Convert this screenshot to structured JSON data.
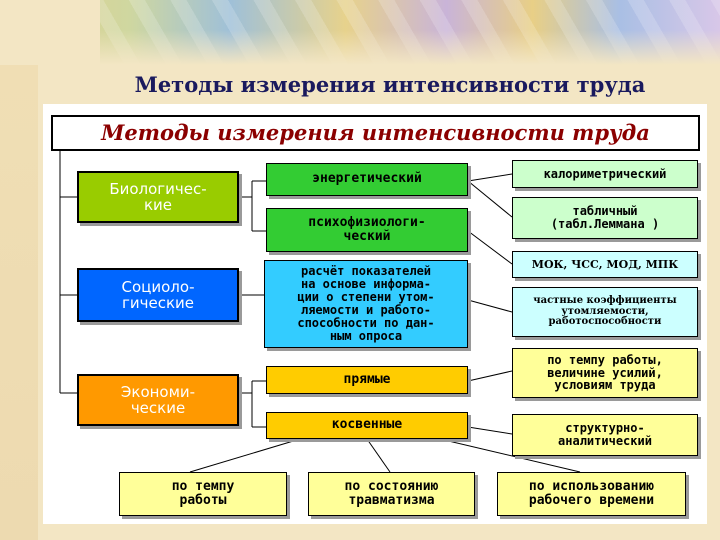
{
  "page_title": "Методы измерения интенсивности труда",
  "diagram_title": "Методы измерения интенсивности труда",
  "categories": {
    "bio": "Биологичес-\nкие",
    "socio": "Социоло-\nгические",
    "econ": "Экономи-\nческие"
  },
  "methods": {
    "energy": "энергетический",
    "psycho": "психофизиологи-\nческий",
    "survey": "расчёт показателей\nна основе информа-\nции о степени утом-\nляемости и работо-\nспособности по дан-\nным опроса",
    "direct": "прямые",
    "indirect": "косвенные"
  },
  "subtypes": {
    "calorimetric": "калориметрический",
    "table": "табличный\n(табл.Леммана )",
    "indicators": "МОК, ЧСС, МОД, МПК",
    "coefficients": "частные коэффициенты\nутомляемости,\nработоспособности",
    "pace": "по темпу работы,\nвеличине усилий,\nусловиям труда",
    "structural": "структурно-\nаналитический"
  },
  "bottom": {
    "pace": "по темпу\nработы",
    "injury": "по состоянию\nтравматизма",
    "time": "по использованию\nрабочего времени"
  },
  "colors": {
    "bio": "#99cc00",
    "socio": "#0066ff",
    "econ": "#ff9900",
    "green": "#33cc33",
    "cyan": "#33ccff",
    "yellow": "#ffcc00",
    "light_yellow": "#ffff99",
    "light_green": "#ccffcc",
    "light_cyan": "#ccffff",
    "title_red": "#8b0000",
    "page_title_blue": "#1a1a5e"
  }
}
